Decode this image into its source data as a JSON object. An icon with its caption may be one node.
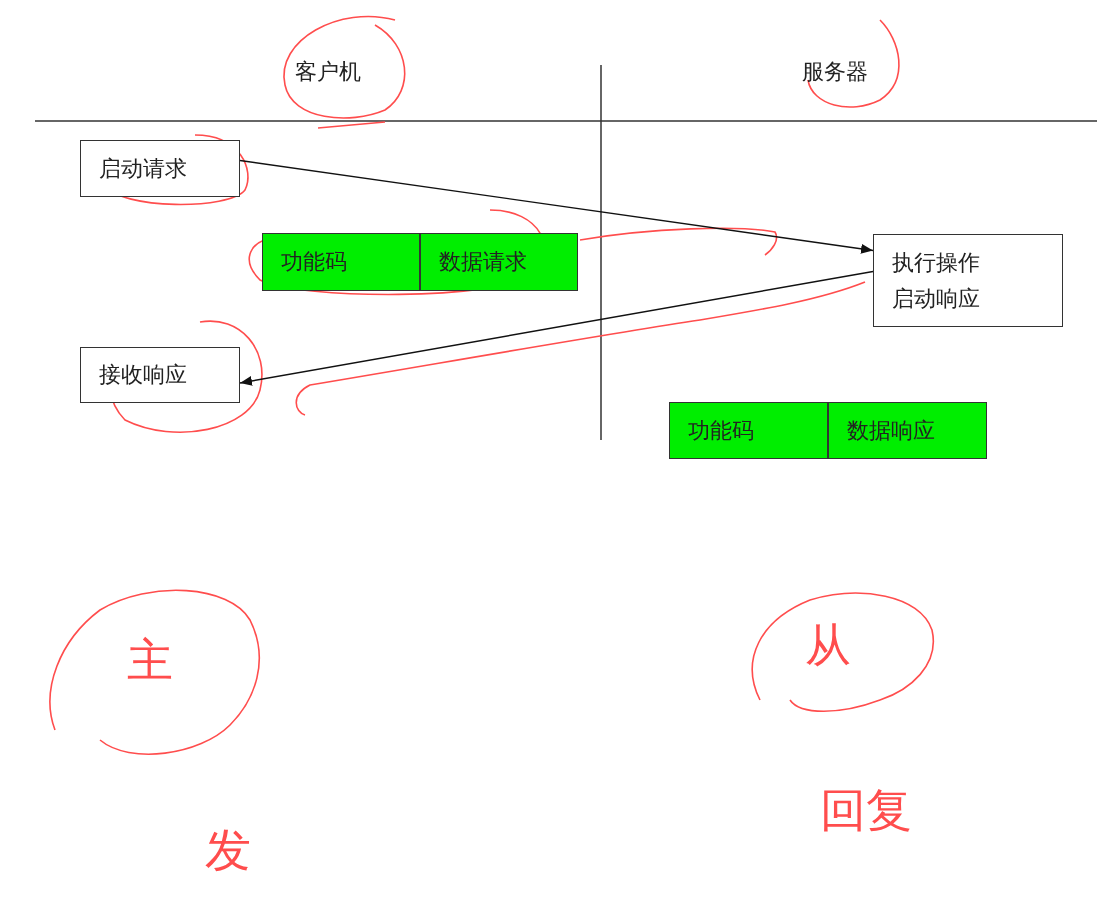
{
  "diagram": {
    "nodes": [
      {
        "text": [
          "启动请求"
        ]
      },
      {
        "text": [
          "功能码"
        ]
      },
      {
        "text": [
          "数据请求"
        ]
      },
      {
        "text": [
          "执行操作",
          "启动响应"
        ]
      },
      {
        "text": [
          "接收响应"
        ]
      },
      {
        "text": [
          "功能码"
        ]
      },
      {
        "text": [
          "数据响应"
        ]
      }
    ],
    "edges": [
      {
        "from": 0,
        "to": 3,
        "arrow": "to"
      },
      {
        "from": 3,
        "to": 4,
        "arrow": "to"
      }
    ],
    "labels": [
      "客户机",
      "服务器",
      "主",
      "从",
      "回复",
      "发"
    ]
  }
}
